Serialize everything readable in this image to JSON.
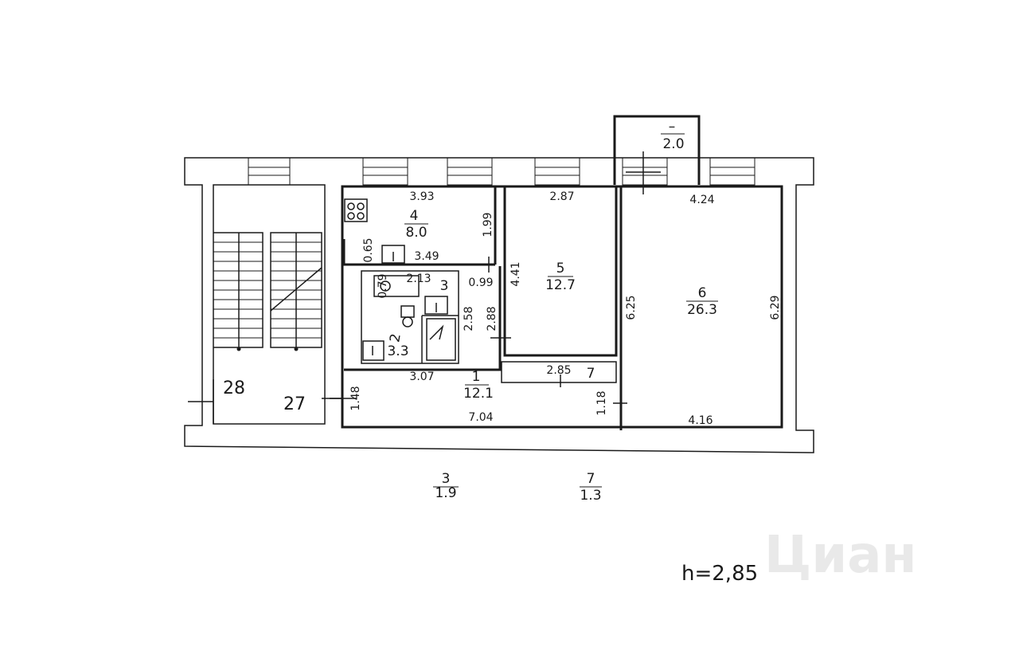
{
  "watermark": {
    "text": "Циан"
  },
  "ceiling_height": "h=2,85",
  "rooms": {
    "r4": {
      "number": "4",
      "area": "8.0"
    },
    "r5": {
      "number": "5",
      "area": "12.7"
    },
    "r6": {
      "number": "6",
      "area": "26.3"
    },
    "r1": {
      "number": "1",
      "area": "12.1"
    },
    "r2": {
      "number": "2",
      "area": "3.3"
    },
    "r3": {
      "number": "3"
    },
    "r7": {
      "number": "7"
    },
    "balcony": {
      "number": "–",
      "area": "2.0"
    }
  },
  "outside": {
    "o3": {
      "number": "3",
      "area": "1.9"
    },
    "o7": {
      "number": "7",
      "area": "1.3"
    }
  },
  "stairs": {
    "s28": "28",
    "s27": "27"
  },
  "dimensions": {
    "d393": "3.93",
    "d287": "2.87",
    "d424": "4.24",
    "d199": "1.99",
    "d065": "0.65",
    "d349": "3.49",
    "d441": "4.41",
    "d625": "6.25",
    "d629": "6.29",
    "d079": "0.79",
    "d213": "2.13",
    "d099": "0.99",
    "d258": "2.58",
    "d288": "2.88",
    "d307": "3.07",
    "d285": "2.85",
    "d148": "1.48",
    "d118": "1.18",
    "d704": "7.04",
    "d416": "4.16"
  }
}
